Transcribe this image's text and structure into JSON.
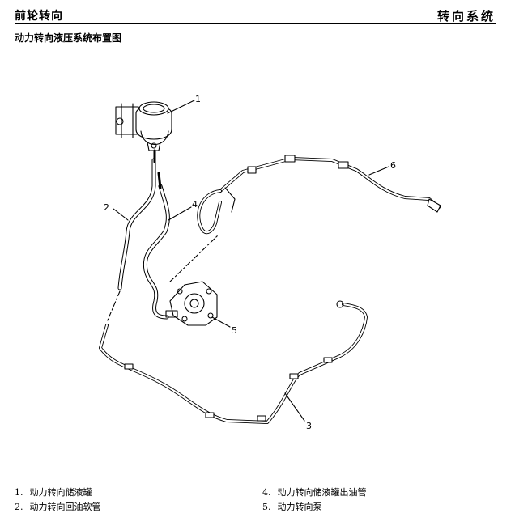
{
  "header": {
    "chapter": "前轮转向",
    "system": "转向系统"
  },
  "section_title": "动力转向液压系统布置图",
  "callouts": [
    "1",
    "2",
    "3",
    "4",
    "5",
    "6"
  ],
  "legend": [
    {
      "num": "1.",
      "text": "动力转向储液罐"
    },
    {
      "num": "4.",
      "text": "动力转向储液罐出油管"
    },
    {
      "num": "2.",
      "text": "动力转向回油软管"
    },
    {
      "num": "5.",
      "text": "动力转向泵"
    }
  ]
}
